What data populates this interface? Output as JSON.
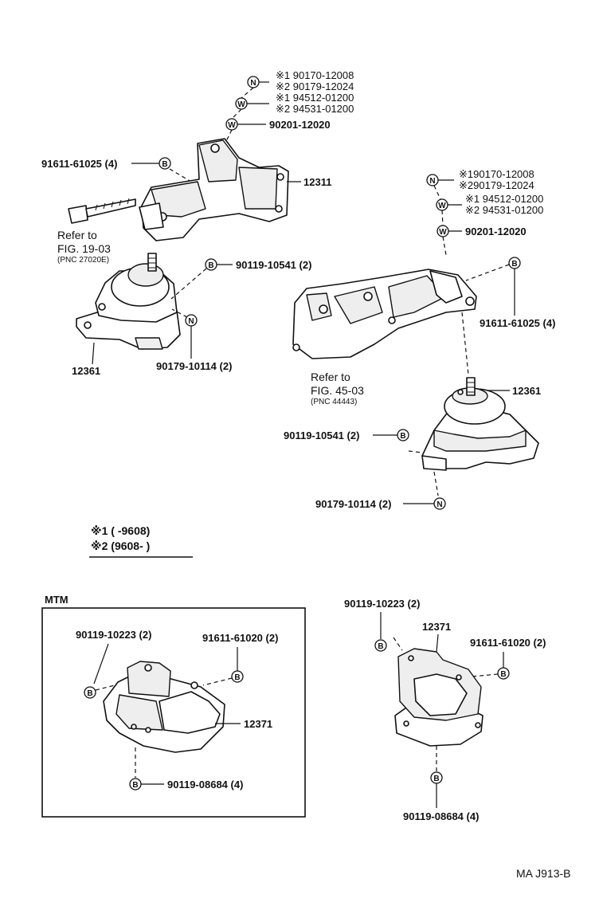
{
  "labels": {
    "top_n_1": "※1 90170-12008",
    "top_n_2": "※2 90179-12024",
    "top_w_1": "※1 94512-01200",
    "top_w_2": "※2 94531-01200",
    "top_w2": "90201-12020",
    "top_b_bolt": "91611-61025 (4)",
    "top_bracket": "12311",
    "refer_1a": "Refer  to",
    "refer_1b": "FIG. 19-03",
    "refer_1c": "(PNC  27020E)",
    "left_b": "90119-10541 (2)",
    "left_mount": "12361",
    "left_n": "90179-10114 (2)",
    "r_n_1": "※190170-12008",
    "r_n_2": "※290179-12024",
    "r_w_1": "※1 94512-01200",
    "r_w_2": "※2 94531-01200",
    "r_w2": "90201-12020",
    "r_b_bolt": "91611-61025 (4)",
    "refer_2a": "Refer  to",
    "refer_2b": "FIG. 45-03",
    "refer_2c": "(PNC  44443)",
    "r_mount": "12361",
    "r_b": "90119-10541 (2)",
    "r_n": "90179-10114 (2)",
    "legend_1": "※1 (        -9608)",
    "legend_2": "※2 (9608-        )",
    "mtm_title": "MTM",
    "mtm_b_top": "90119-10223 (2)",
    "mtm_b_right": "91611-61020 (2)",
    "mtm_mount": "12371",
    "mtm_b_bottom": "90119-08684 (4)",
    "rb_b_top": "90119-10223 (2)",
    "rb_mount": "12371",
    "rb_b_right": "91611-61020 (2)",
    "rb_b_bottom": "90119-08684 (4)",
    "footer": "MA  J913-B"
  },
  "icons": {
    "nut": "N",
    "washer": "W",
    "bolt": "B"
  }
}
